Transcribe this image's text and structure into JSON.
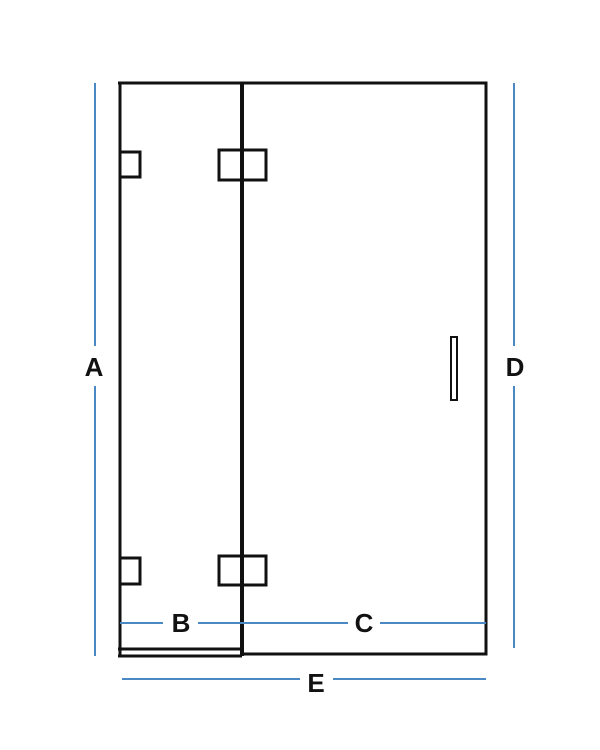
{
  "diagram": {
    "labels": {
      "height_left": "A",
      "width_panel": "B",
      "width_door": "C",
      "height_right": "D",
      "width_total": "E"
    },
    "colors": {
      "dimension_line": "#4a88c4",
      "frame": "#111111"
    }
  }
}
